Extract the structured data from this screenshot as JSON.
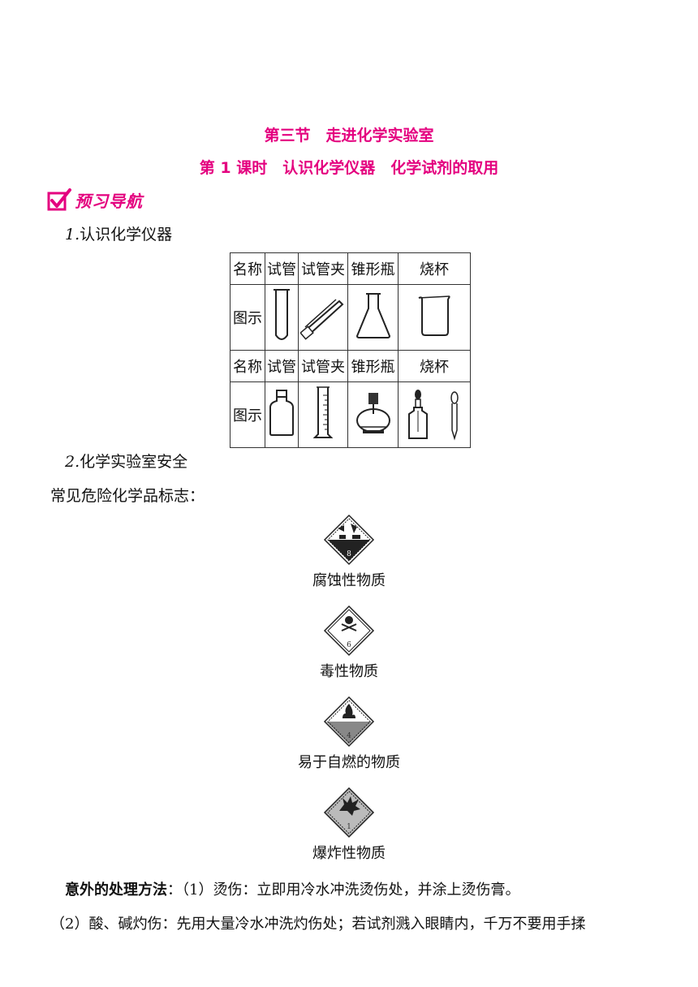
{
  "header": {
    "section_title": "第三节　走进化学实验室",
    "lesson_title": "第 1 课时　认识化学仪器　化学试剂的取用",
    "banner_label": "预习导航"
  },
  "part1": {
    "number": "1.",
    "heading": "认识化学仪器"
  },
  "instrument_table": {
    "name_label": "名称",
    "image_label": "图示",
    "row1_names": [
      "试管",
      "试管夹",
      "锥形瓶",
      "烧杯"
    ],
    "row1_icons": [
      "test-tube-icon",
      "test-tube-holder-icon",
      "conical-flask-icon",
      "beaker-icon"
    ],
    "row2_names": [
      "试管",
      "试管夹",
      "锥形瓶",
      "烧杯"
    ],
    "row2_icons": [
      "reagent-bottle-icon",
      "graduated-cylinder-icon",
      "alcohol-lamp-icon",
      "dropper-bottle-icon",
      "dropper-icon"
    ]
  },
  "part2": {
    "number": "2.",
    "heading": "化学实验室安全"
  },
  "signs_label": "常见危险化学品标志：",
  "hazard_signs": [
    {
      "icon": "corrosive-sign-icon",
      "class_number": "8",
      "caption": "腐蚀性物质"
    },
    {
      "icon": "toxic-sign-icon",
      "class_number": "6",
      "caption": "毒性物质"
    },
    {
      "icon": "flammable-sign-icon",
      "class_number": "4",
      "caption": "易于自燃的物质"
    },
    {
      "icon": "explosive-sign-icon",
      "class_number": "1",
      "caption": "爆炸性物质"
    }
  ],
  "accident": {
    "label": "意外的处理方法",
    "line1": "：（1）烫伤：立即用冷水冲洗烫伤处，并涂上烫伤膏。",
    "line2": "（2）酸、碱灼伤：先用大量冷水冲洗灼伤处；若试剂溅入眼睛内，千万不要用手揉"
  }
}
